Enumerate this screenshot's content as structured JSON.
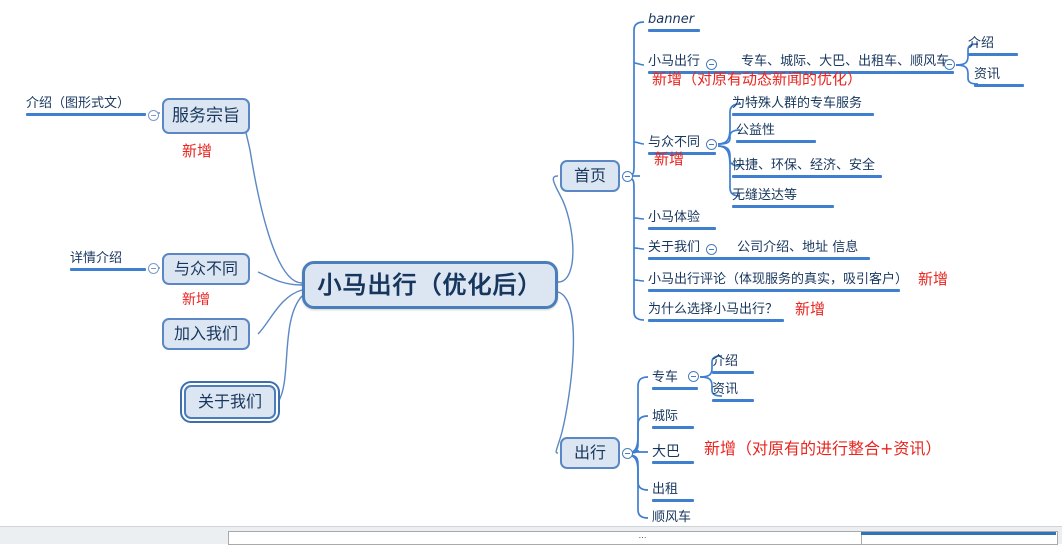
{
  "document": {
    "root_label": "小马出行（优化后）"
  },
  "left_branch": {
    "nodes": [
      {
        "id": "service-purpose",
        "label": "服务宗旨",
        "annotation": "新增",
        "leaf_label": "介绍（图形式文）"
      },
      {
        "id": "be-different",
        "label": "与众不同",
        "annotation": "新增",
        "leaf_label": "详情介绍"
      },
      {
        "id": "join-us",
        "label": "加入我们",
        "annotation": "",
        "leaf_label": ""
      },
      {
        "id": "about-us",
        "label": "关于我们",
        "annotation": "",
        "leaf_label": "",
        "selected": true
      }
    ]
  },
  "home_branch": {
    "label": "首页",
    "items": [
      {
        "id": "banner",
        "label": "banner"
      },
      {
        "id": "xiaoma-travel",
        "label": "小马出行",
        "detail": "专车、城际、大巴、出租车、顺风车",
        "annotation": "新增（对原有动态新闻的优化）",
        "children": [
          {
            "label": "介绍"
          },
          {
            "label": "资讯"
          }
        ]
      },
      {
        "id": "be-different",
        "label": "与众不同",
        "annotation": "新增",
        "children": [
          {
            "label": "为特殊人群的专车服务"
          },
          {
            "label": "公益性"
          },
          {
            "label": "快捷、环保、经济、安全"
          },
          {
            "label": "无缝送达等"
          }
        ]
      },
      {
        "id": "xiaoma-experience",
        "label": "小马体验"
      },
      {
        "id": "about-us",
        "label": "关于我们",
        "detail": "公司介绍、地址  信息"
      },
      {
        "id": "reviews",
        "label": "小马出行评论（体现服务的真实，吸引客户）",
        "annotation": "新增"
      },
      {
        "id": "why-choose",
        "label": "为什么选择小马出行？",
        "annotation": "新增"
      }
    ]
  },
  "travel_branch": {
    "label": "出行",
    "annotation": "新增（对原有的进行整合+资讯）",
    "items": [
      {
        "id": "private-car",
        "label": "专车",
        "children": [
          {
            "label": "介绍"
          },
          {
            "label": "资讯"
          }
        ]
      },
      {
        "id": "intercity",
        "label": "城际"
      },
      {
        "id": "bus",
        "label": "大巴"
      },
      {
        "id": "taxi",
        "label": "出租"
      },
      {
        "id": "ride-share",
        "label": "顺风车"
      }
    ]
  },
  "colors": {
    "node_fill": "#dce6f2",
    "node_border": "#5b88c4",
    "line": "#3f7fd0",
    "text": "#17365d",
    "annotation": "#e8251f"
  },
  "icons": {
    "collapse": "collapse-toggle-icon"
  }
}
